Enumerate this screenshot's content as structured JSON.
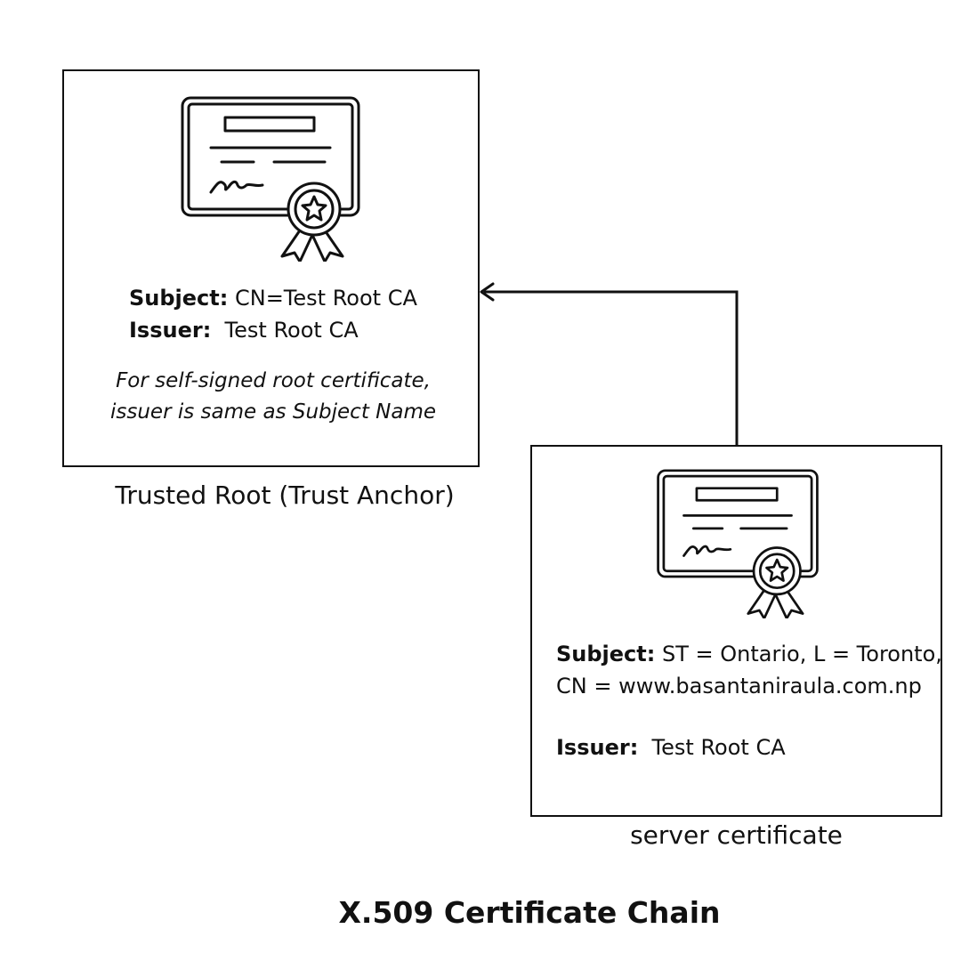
{
  "title": "X.509 Certificate Chain",
  "root_certificate": {
    "caption": "Trusted Root (Trust Anchor)",
    "subject_label": "Subject:",
    "subject_value": " CN=Test Root CA",
    "issuer_label": "Issuer:",
    "issuer_value": "  Test Root CA",
    "note_line1": "For self-signed root certificate,",
    "note_line2": "issuer is same as Subject Name",
    "icon": "certificate-icon"
  },
  "server_certificate": {
    "caption": "server certificate",
    "subject_label": "Subject:",
    "subject_value_line1": " ST = Ontario, L = Toronto,",
    "subject_value_line2": "CN = www.basantaniraula.com.np",
    "issuer_label": "Issuer:",
    "issuer_value": "  Test Root CA",
    "icon": "certificate-icon"
  },
  "colors": {
    "stroke": "#111111",
    "background": "#ffffff"
  }
}
